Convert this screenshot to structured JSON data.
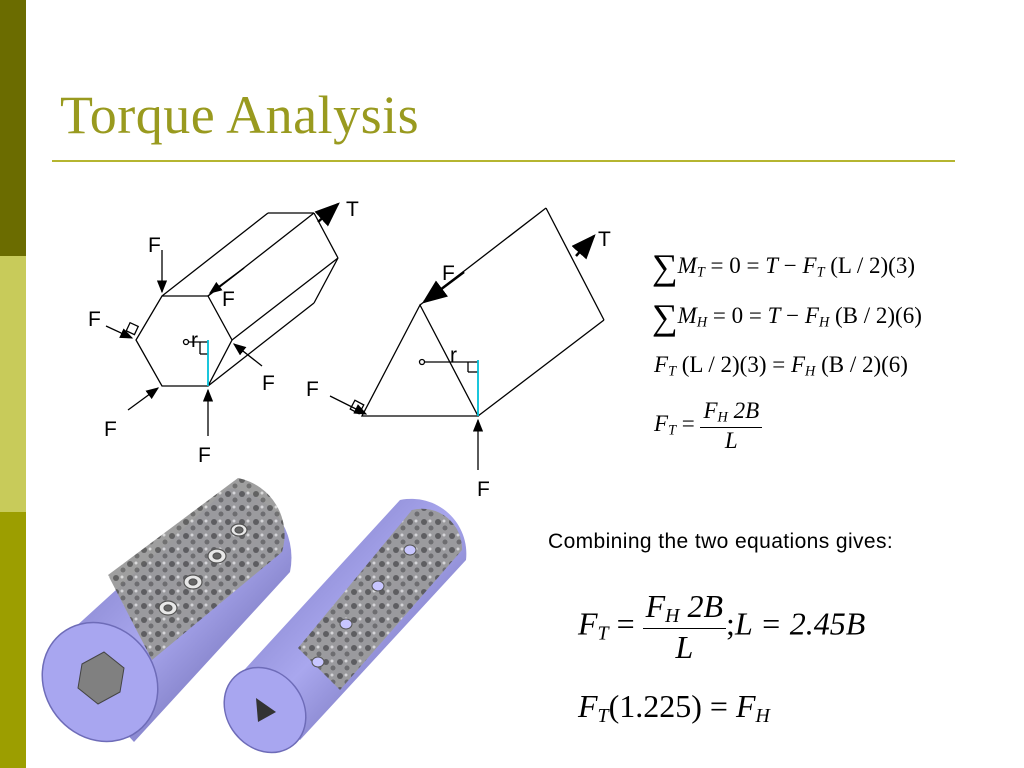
{
  "title": "Torque Analysis",
  "diagram_labels": {
    "T": "T",
    "F": "F",
    "r": "r"
  },
  "equations": {
    "eq1": "∑M_T = 0 = T − F_T (L/2)(3)",
    "eq2": "∑M_H = 0 = T − F_H (B/2)(6)",
    "eq3": "F_T (L/2)(3) = F_H (B/2)(6)",
    "eq4": "F_T = F_H 2B / L",
    "eq5": "F_T = F_H 2B / L ; L = 2.45B",
    "eq6": "F_T (1.225) = F_H"
  },
  "eq_parts": {
    "sum": "∑",
    "M": "M",
    "F": "F",
    "T": "T",
    "H": "H",
    "L": "L",
    "B": "B",
    "zero_eq": "= 0 =",
    "minus": "−",
    "eq": "=",
    "half_L": "(L / 2)(3)",
    "half_B": "(B / 2)(6)",
    "two_B": "2B",
    "semicolon": ";",
    "L_val": "L = 2.45B",
    "coef": "(1.225)"
  },
  "caption": "Combining the two equations gives:",
  "colors": {
    "sidebar_dark": "#6b6c00",
    "sidebar_light": "#c8cb5a",
    "sidebar_mid": "#9c9e00",
    "title": "#999a1f",
    "rule": "#b5b530",
    "cylinder": "#9a98e0",
    "radius_line": "#00c0d8"
  }
}
